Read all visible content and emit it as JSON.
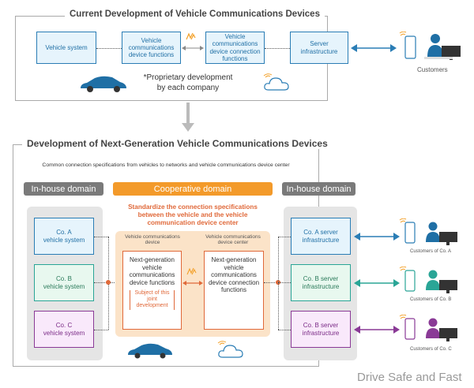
{
  "top": {
    "title": "Current Development of Vehicle Communications Devices",
    "boxes": [
      "Vehicle system",
      "Vehicle communications device functions",
      "Vehicle communications device connection functions",
      "Server infrastructure"
    ],
    "note": "*Proprietary development by each company",
    "customers_label": "Customers"
  },
  "bottom": {
    "title": "Development of Next-Generation Vehicle Communications Devices",
    "subtitle": "Common connection specifications from vehicles to networks and vehicle communications device center",
    "inhouse_left": "In-house domain",
    "cooperative": "Cooperative domain",
    "inhouse_right": "In-house domain",
    "standardize": "Standardize the connection specifications between the vehicle and the vehicle communication device center",
    "device_label": "Vehicle communications device",
    "center_label": "Vehicle communications device center",
    "device_box": "Next-generation vehicle communications device functions",
    "subject": "Subject of this joint development",
    "center_box": "Next-generation vehicle communications device connection functions",
    "vehicle_systems": [
      {
        "co": "Co. A",
        "label": "vehicle system"
      },
      {
        "co": "Co. B",
        "label": "vehicle system"
      },
      {
        "co": "Co. C",
        "label": "vehicle system"
      }
    ],
    "servers": [
      {
        "co": "Co. A server",
        "label": "infrastructure"
      },
      {
        "co": "Co. B server",
        "label": "infrastructure"
      },
      {
        "co": "Co. B server",
        "label": "infrastructure"
      }
    ],
    "customers": [
      "Customers of Co. A",
      "Customers of Co. B",
      "Customers of Co. C"
    ]
  },
  "colors": {
    "blue": "#2a7db5",
    "teal": "#2aa596",
    "purple": "#8a3a96",
    "orange": "#f39a2a",
    "red_orange": "#e0693a"
  },
  "watermark": "Drive Safe and Fast"
}
